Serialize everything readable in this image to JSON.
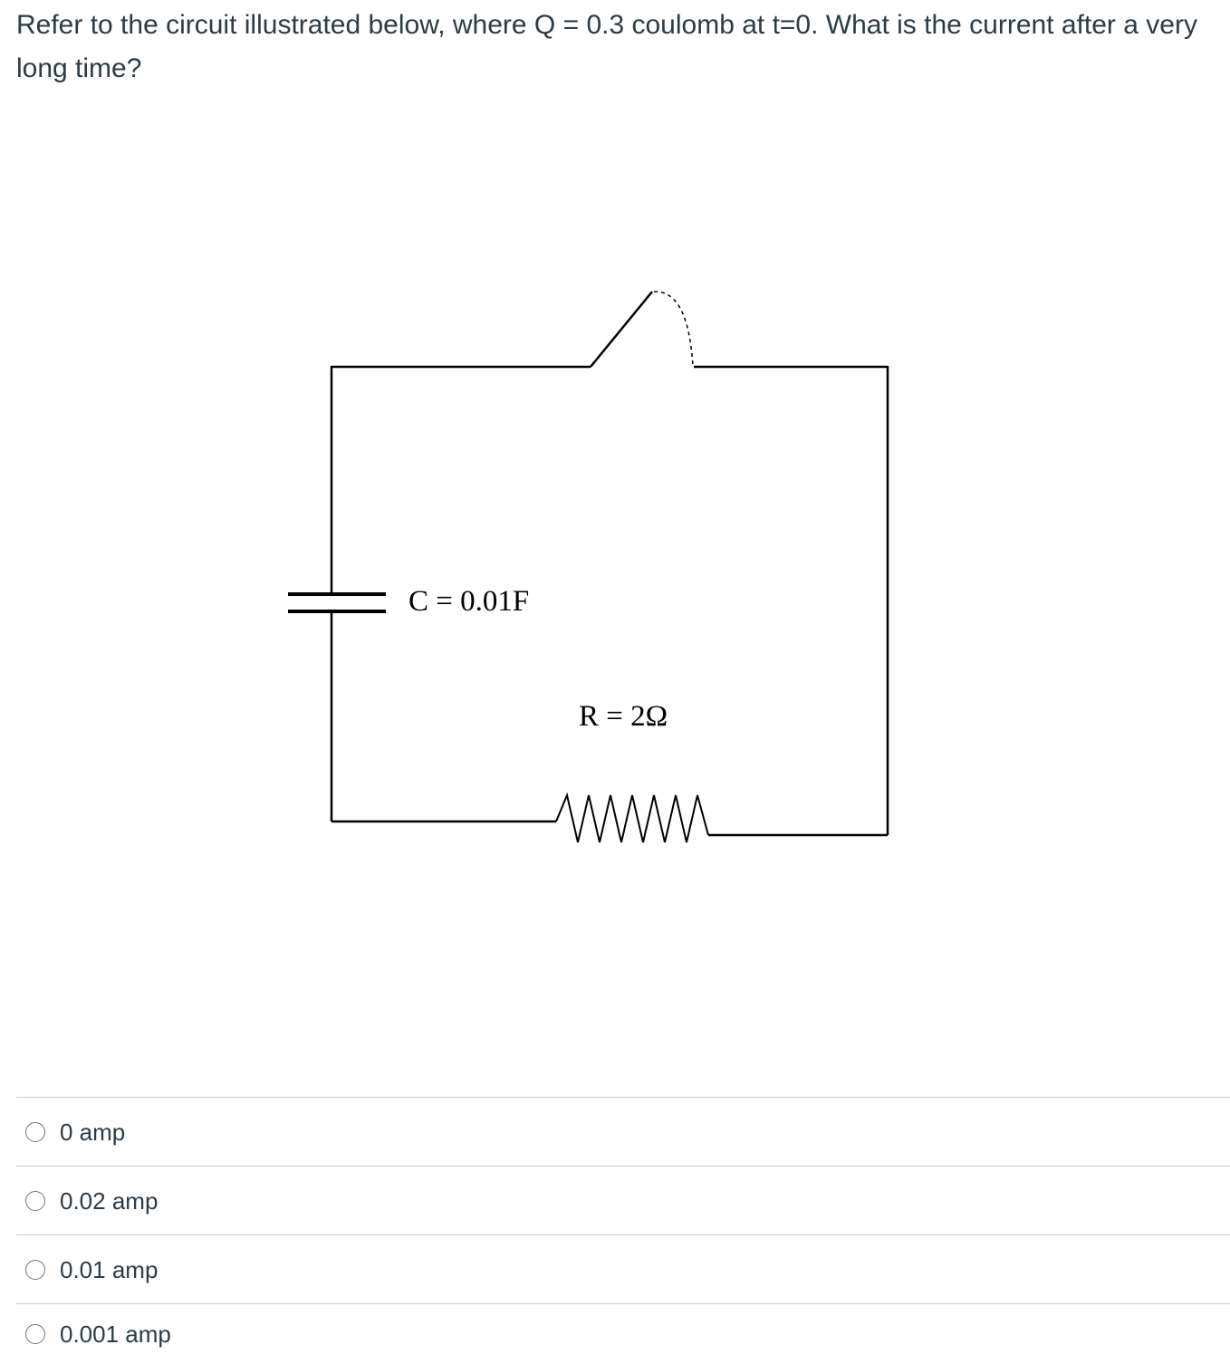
{
  "question": {
    "text": "Refer to the circuit illustrated below, where Q = 0.3 coulomb at t=0.  What is the current after a very long time?"
  },
  "circuit": {
    "capacitor_label": "C = 0.01F",
    "resistor_label": "R = 2Ω"
  },
  "answers": [
    {
      "label": "0 amp"
    },
    {
      "label": "0.02 amp"
    },
    {
      "label": "0.01 amp"
    },
    {
      "label": "0.001 amp"
    }
  ]
}
